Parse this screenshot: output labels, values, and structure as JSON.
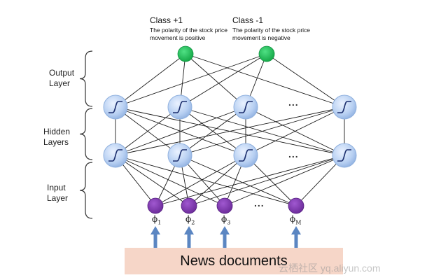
{
  "layers": {
    "output": "Output\nLayer",
    "hidden": "Hidden\nLayers",
    "input": "Input\nLayer"
  },
  "classes": [
    {
      "title": "Class +1",
      "desc": "The polarity of the stock price movement is positive"
    },
    {
      "title": "Class -1",
      "desc": "The polarity of the stock price movement is negative"
    }
  ],
  "features": [
    {
      "symbol": "ϕ",
      "sub": "1"
    },
    {
      "symbol": "ϕ",
      "sub": "2"
    },
    {
      "symbol": "ϕ",
      "sub": "3"
    },
    {
      "symbol": "ϕ",
      "sub": "M"
    }
  ],
  "ellipsis": "...",
  "news_label": "News documents",
  "watermark": "云栖社区 yq.aliyun.com",
  "colors": {
    "output_node": "#1fbf52",
    "input_node": "#7b34a8",
    "hidden_node": "#a9c8ee",
    "arrow": "#5b86c2",
    "news_bg": "#f6d6c8"
  }
}
